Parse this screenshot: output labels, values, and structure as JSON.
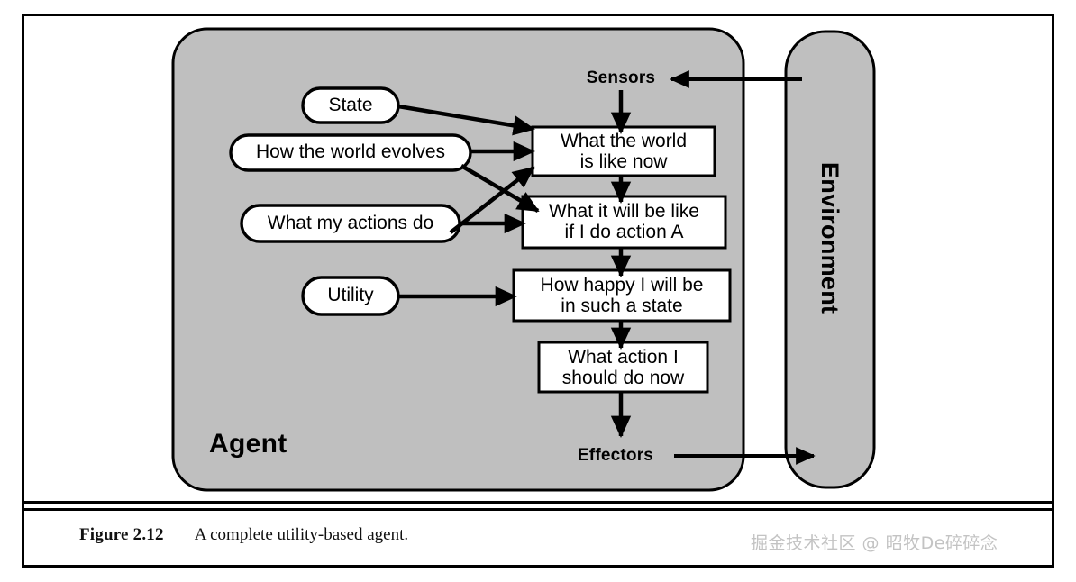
{
  "figure": {
    "caption_label": "Figure 2.12",
    "caption_text": "A complete utility-based agent.",
    "watermark": "掘金技术社区 @ 昭牧De碎碎念"
  },
  "colors": {
    "agent_fill": "#bfbfbf",
    "environment_fill": "#bfbfbf",
    "node_fill": "#ffffff",
    "stroke": "#000000",
    "page_background": "#ffffff",
    "watermark": "#c3c3c3"
  },
  "diagram": {
    "agent_label": "Agent",
    "environment_label": "Environment",
    "ports": {
      "sensors": "Sensors",
      "effectors": "Effectors"
    },
    "knowledge_nodes": [
      {
        "id": "state",
        "label": "State"
      },
      {
        "id": "how-the-world-evolves",
        "label": "How the world evolves"
      },
      {
        "id": "what-my-actions-do",
        "label": "What my actions do"
      },
      {
        "id": "utility",
        "label": "Utility"
      }
    ],
    "process_boxes": [
      {
        "id": "what-the-world-is-like-now",
        "line1": "What the world",
        "line2": "is like now"
      },
      {
        "id": "what-it-will-be-like-if-i-do-action-a",
        "line1": "What it will be like",
        "line2": "if I do action A"
      },
      {
        "id": "how-happy-i-will-be-in-such-a-state",
        "line1": "How happy I will be",
        "line2": "in such a state"
      },
      {
        "id": "what-action-i-should-do-now",
        "line1": "What action I",
        "line2": "should do now"
      }
    ]
  }
}
